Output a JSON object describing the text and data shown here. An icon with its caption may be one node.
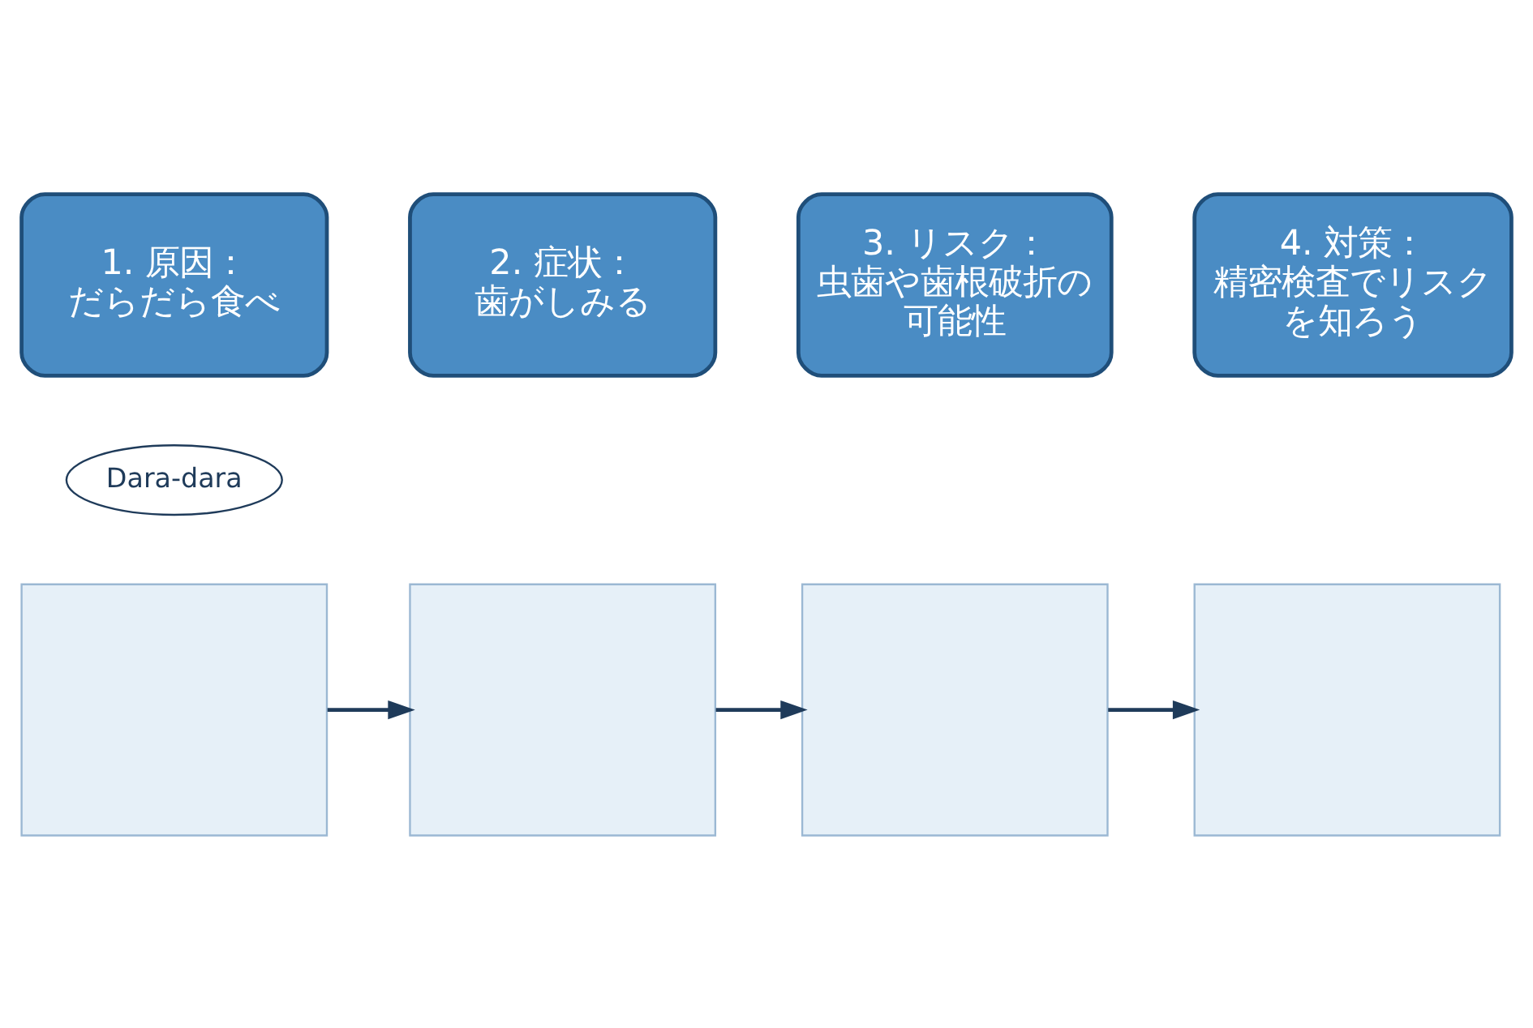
{
  "diagram": {
    "nodes": [
      {
        "text": [
          "1. 原因：だらだら食べ"
        ]
      },
      {
        "text": [
          "2. 症状：歯がしみる"
        ]
      },
      {
        "text": [
          "3. リスク：虫歯や歯根破折の可能性"
        ]
      },
      {
        "text": [
          "4. 対策：精密検査でリスクを知ろう"
        ]
      },
      {
        "text": [
          "Dara-dara"
        ]
      },
      {
        "text": [],
        "shape": "box"
      },
      {
        "text": [],
        "shape": "box"
      },
      {
        "text": [],
        "shape": "box"
      },
      {
        "text": [],
        "shape": "box"
      }
    ],
    "edges": [
      {
        "from": 5,
        "to": 6,
        "arrow": "to"
      },
      {
        "from": 6,
        "to": 7,
        "arrow": "to"
      },
      {
        "from": 7,
        "to": 8,
        "arrow": "to"
      }
    ]
  }
}
